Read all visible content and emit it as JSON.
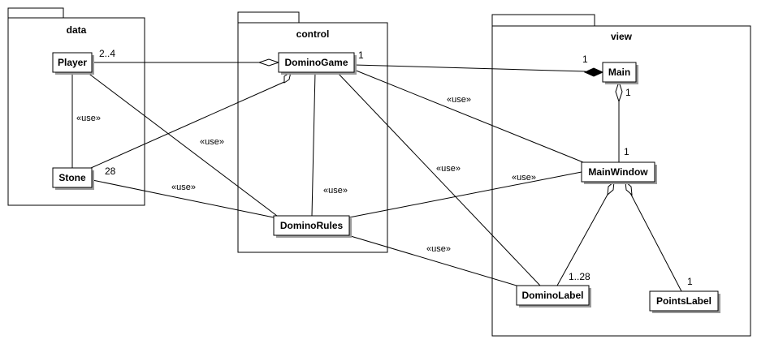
{
  "packages": {
    "data": {
      "title": "data"
    },
    "control": {
      "title": "control"
    },
    "view": {
      "title": "view"
    }
  },
  "classes": {
    "player": "Player",
    "stone": "Stone",
    "domino_game": "DominoGame",
    "domino_rules": "DominoRules",
    "main": "Main",
    "main_window": "MainWindow",
    "domino_label": "DominoLabel",
    "points_label": "PointsLabel"
  },
  "multiplicities": {
    "player_to_game": "2..4",
    "game_to_main": "1",
    "main_side": "1",
    "main_to_window": "1",
    "window_from_main": "1",
    "stone_count": "28",
    "domino_label_count": "1..28",
    "points_label_count": "1"
  },
  "stereotypes": {
    "player_stone": "«use»",
    "player_rules": "«use»",
    "stone_rules": "«use»",
    "game_rules": "«use»",
    "game_window": "«use»",
    "game_label": "«use»",
    "window_rules": "«use»",
    "rules_label": "«use»"
  },
  "colors": {
    "line": "#000000",
    "box_fill": "#ffffff",
    "shadow": "#9a9a9a"
  }
}
